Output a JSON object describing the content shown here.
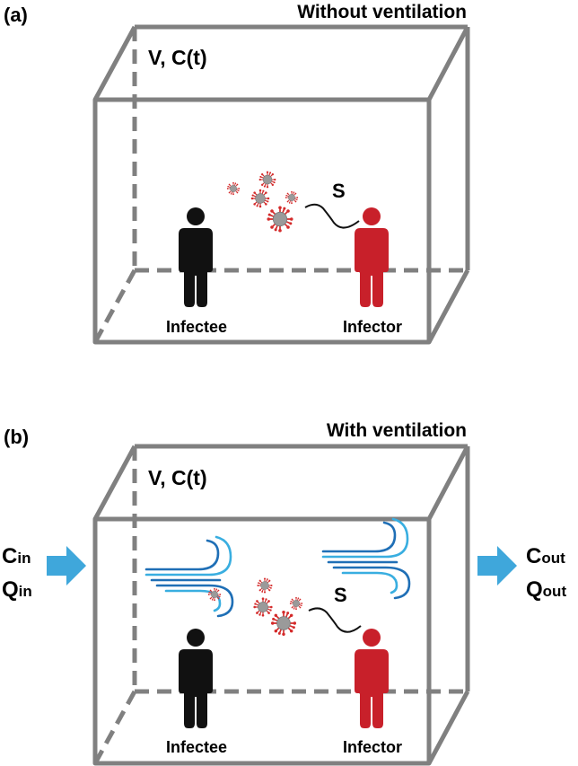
{
  "panel_a": {
    "label": "(a)",
    "title": "Without ventilation",
    "volume_label": "V, C(t)",
    "source_label": "S",
    "infectee_label": "Infectee",
    "infector_label": "Infector"
  },
  "panel_b": {
    "label": "(b)",
    "title": "With ventilation",
    "volume_label": "V, C(t)",
    "source_label": "S",
    "infectee_label": "Infectee",
    "infector_label": "Infector",
    "inflow": {
      "c_main": "C",
      "c_sub": "in",
      "q_main": "Q",
      "q_sub": "in"
    },
    "outflow": {
      "c_main": "C",
      "c_sub": "out",
      "q_main": "Q",
      "q_sub": "out"
    }
  },
  "colors": {
    "box_edge": "#808080",
    "infectee": "#111111",
    "infector": "#c8202a",
    "virus_body": "#9a9a9a",
    "virus_spike": "#d42a2a",
    "arrow": "#3fa7db",
    "wind_dark": "#1f6fb6",
    "wind_light": "#39aee0"
  },
  "icons": {
    "person": "person-icon",
    "virus": "virus-icon",
    "wind": "wind-icon",
    "flow_arrow": "arrow-right-icon"
  }
}
